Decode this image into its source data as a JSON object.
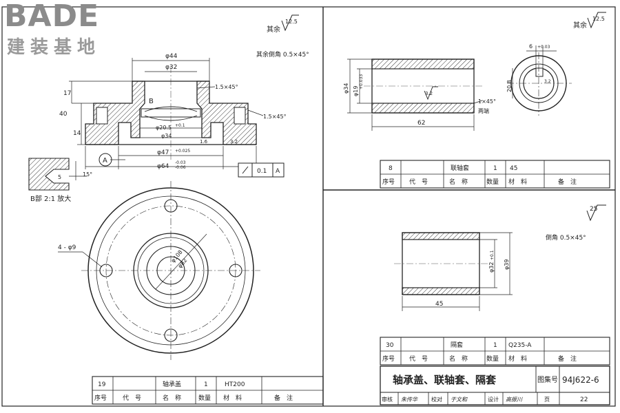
{
  "logo": {
    "brand": "BADE",
    "sub": "建装基地"
  },
  "left": {
    "roughness_other": "其余",
    "roughness_val": "12.5",
    "chamfer_note": "其余倒角 0.5×45°",
    "dims": {
      "d44": "φ44",
      "d32": "φ32",
      "c15a": "1.5×45°",
      "c15b": "1.5×45°",
      "h17": "17",
      "h40": "40",
      "h14": "14",
      "b": "B",
      "d205": "φ20.5",
      "d205tol": "+0.1",
      "d34": "φ34",
      "r16": "1.6",
      "r32": "3.2",
      "d47": "φ47",
      "d47tol": "+0.025",
      "d64": "φ64",
      "d64tol_up": "-0.03",
      "d64tol_low": "-0.06",
      "datum": "A",
      "tol_val": "0.1",
      "tol_ref": "A",
      "detail_5": "5",
      "detail_15": "15°",
      "detail_label": "B部 2:1 放大",
      "holes": "4 - φ9",
      "d108": "φ108",
      "d82": "φ82"
    },
    "table": {
      "row": {
        "no": "19",
        "code": "",
        "name": "轴承盖",
        "qty": "1",
        "material": "HT200",
        "note": ""
      },
      "head": [
        "序号",
        "代　号",
        "名　称",
        "数量",
        "材　料",
        "备　注"
      ]
    }
  },
  "right_top": {
    "roughness_other": "其余",
    "roughness_val": "12.5",
    "dims": {
      "d34": "φ34",
      "d19": "φ19",
      "d19tol": "+0.033",
      "r32": "3.2",
      "chamfer": "1×45°",
      "both_ends": "两端",
      "len62": "62",
      "w6": "6",
      "w6tol": "+0.03",
      "h208": "20.8",
      "k32": "3.2"
    },
    "table": {
      "row": {
        "no": "8",
        "code": "",
        "name": "联轴套",
        "qty": "1",
        "material": "45",
        "note": ""
      },
      "head": [
        "序号",
        "代　号",
        "名　称",
        "数量",
        "材　料",
        "备　注"
      ]
    }
  },
  "right_mid": {
    "roughness_val": "25",
    "chamfer_note": "倒角 0.5×45°",
    "dims": {
      "d32": "φ32",
      "d32tol": "+0.1",
      "d39": "φ39",
      "len45": "45"
    },
    "table": {
      "row": {
        "no": "30",
        "code": "",
        "name": "隔套",
        "qty": "1",
        "material": "Q235-A",
        "note": ""
      },
      "head": [
        "序号",
        "代　号",
        "名　称",
        "数量",
        "材　料",
        "备　注"
      ]
    }
  },
  "title_block": {
    "title": "轴承盖、联轴套、隔套",
    "atlas_label": "图集号",
    "atlas_no": "94J622-6",
    "row": [
      "审核",
      "朱传华",
      "校对",
      "于文和",
      "设计",
      "高振川",
      "页",
      "22"
    ]
  }
}
